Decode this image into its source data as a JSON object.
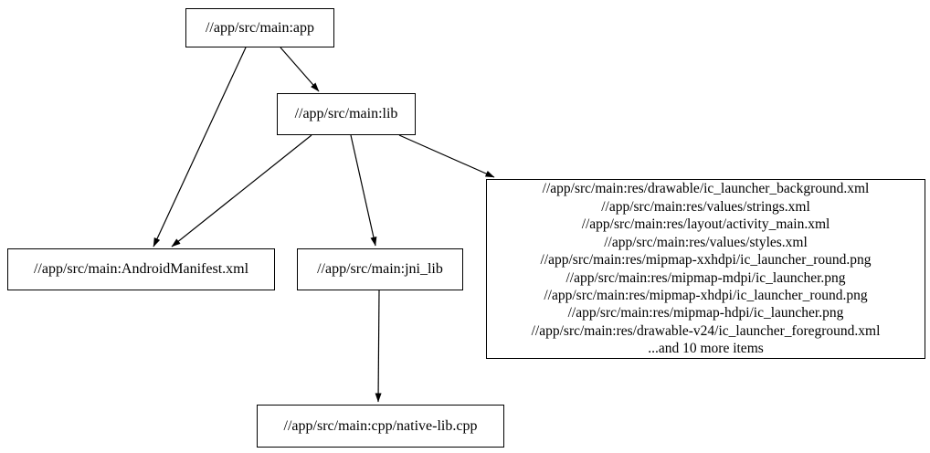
{
  "graph": {
    "kind": "dependency-graph",
    "colors": {
      "background": "#ffffff",
      "node_border": "#000000",
      "node_fill": "#ffffff",
      "edge": "#000000",
      "text": "#000000"
    }
  },
  "nodes": {
    "app": {
      "label": "//app/src/main:app"
    },
    "lib": {
      "label": "//app/src/main:lib"
    },
    "android_manifest": {
      "label": "//app/src/main:AndroidManifest.xml"
    },
    "jni_lib": {
      "label": "//app/src/main:jni_lib"
    },
    "native_lib_cpp": {
      "label": "//app/src/main:cpp/native-lib.cpp"
    },
    "resources": {
      "lines": [
        "//app/src/main:res/drawable/ic_launcher_background.xml",
        "//app/src/main:res/values/strings.xml",
        "//app/src/main:res/layout/activity_main.xml",
        "//app/src/main:res/values/styles.xml",
        "//app/src/main:res/mipmap-xxhdpi/ic_launcher_round.png",
        "//app/src/main:res/mipmap-mdpi/ic_launcher.png",
        "//app/src/main:res/mipmap-xhdpi/ic_launcher_round.png",
        "//app/src/main:res/mipmap-hdpi/ic_launcher.png",
        "//app/src/main:res/drawable-v24/ic_launcher_foreground.xml",
        "...and 10 more items"
      ]
    }
  },
  "edges": [
    {
      "from": "app",
      "to": "lib"
    },
    {
      "from": "app",
      "to": "android_manifest"
    },
    {
      "from": "lib",
      "to": "android_manifest"
    },
    {
      "from": "lib",
      "to": "jni_lib"
    },
    {
      "from": "lib",
      "to": "resources"
    },
    {
      "from": "jni_lib",
      "to": "native_lib_cpp"
    }
  ]
}
